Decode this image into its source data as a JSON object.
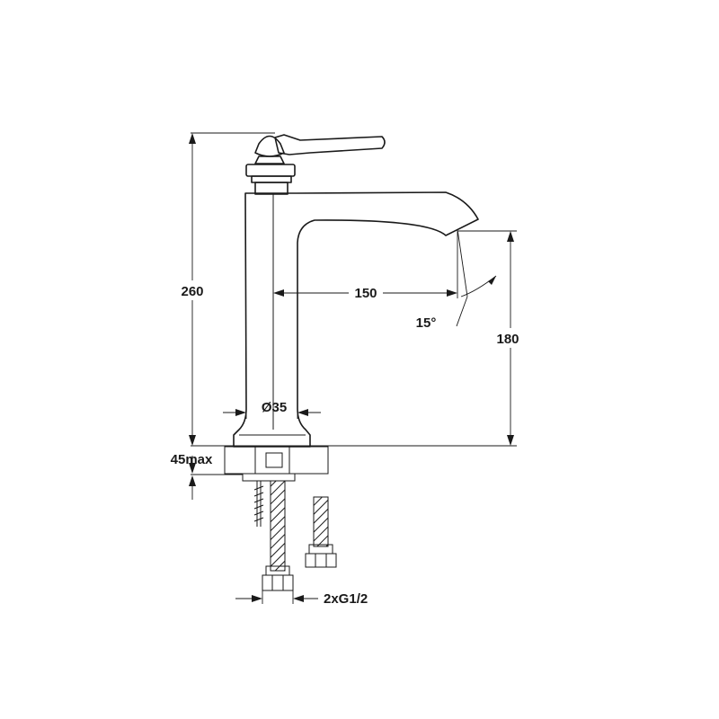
{
  "dimensions": {
    "total_height": "260",
    "spout_height": "180",
    "spout_reach": "150",
    "spout_angle": "15°",
    "body_diameter": "Ø35",
    "max_counter_thickness": "45max",
    "connection": "2xG1/2"
  },
  "colors": {
    "line": "#1a1a1a",
    "background": "#ffffff"
  }
}
